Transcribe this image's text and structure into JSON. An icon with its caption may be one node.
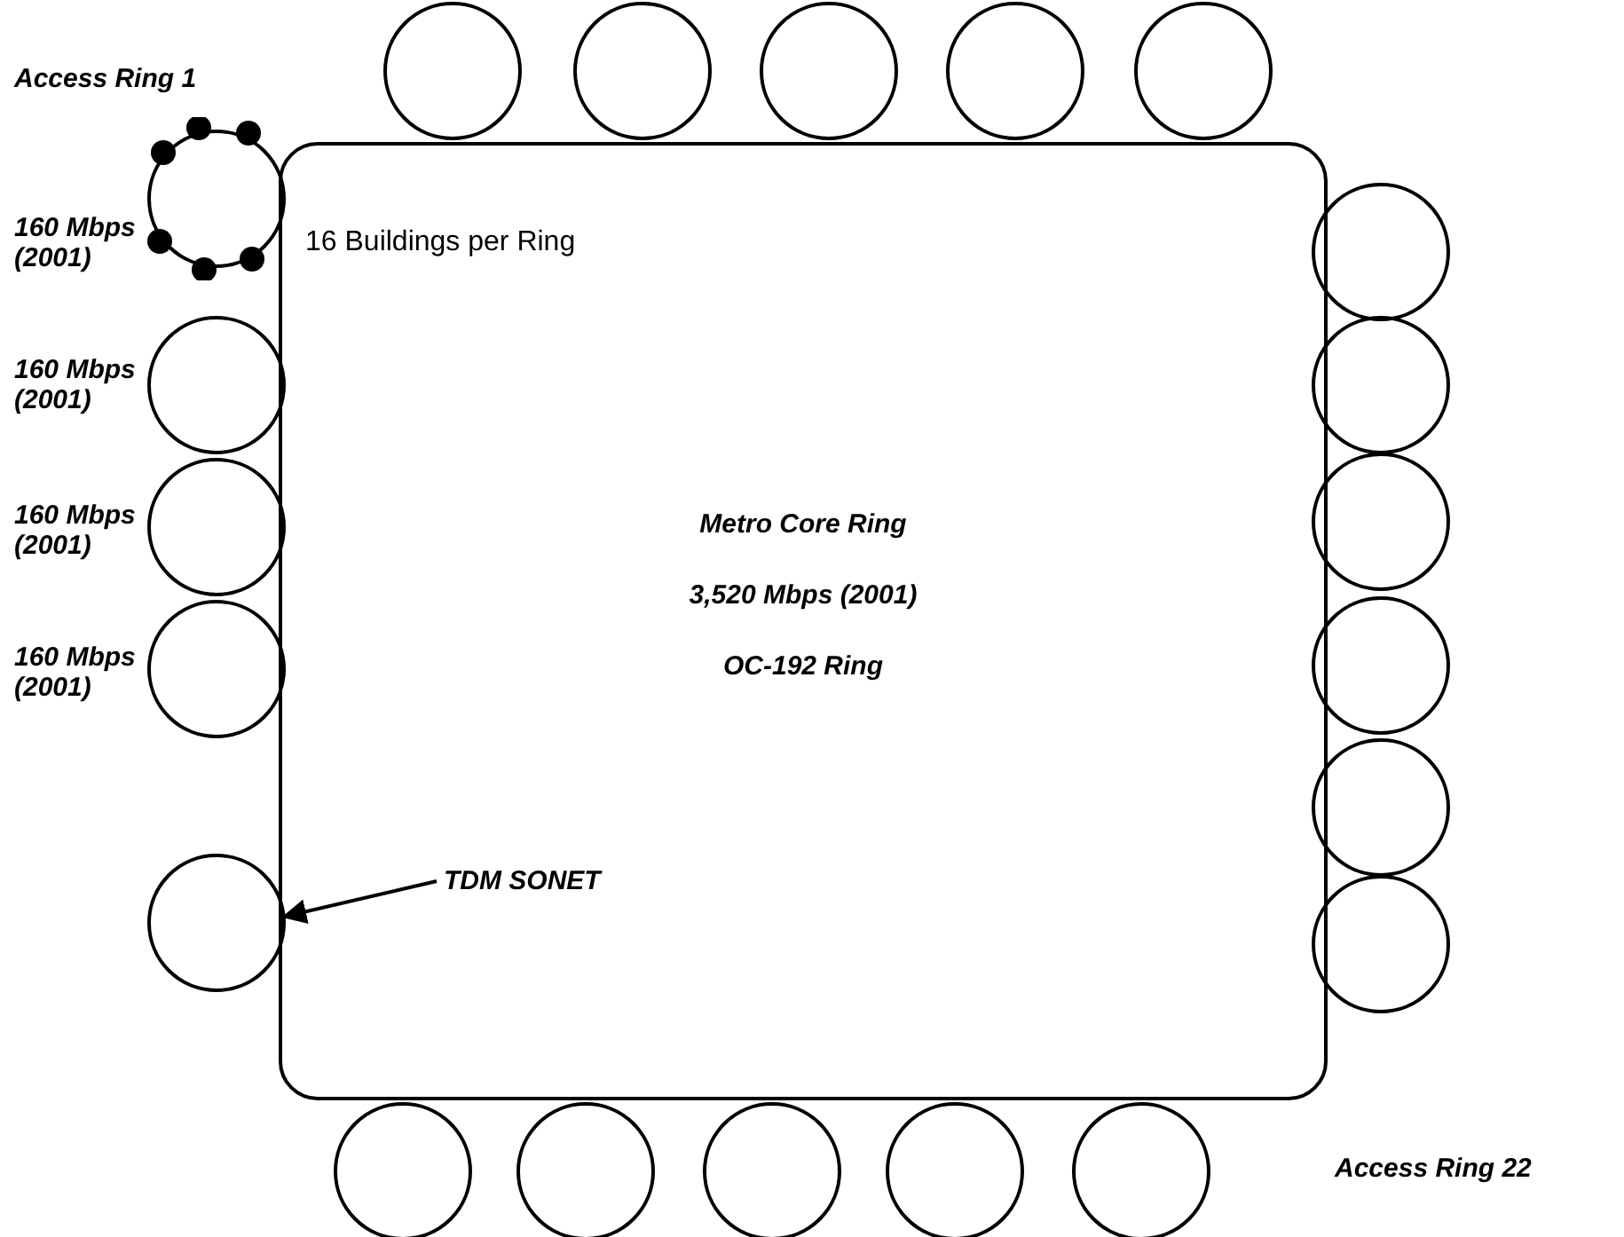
{
  "diagram": {
    "nodes": [
      {
        "text": [
          "Metro Core Ring",
          "3,520 Mbps (2001)",
          "OC-192 Ring"
        ]
      },
      {
        "text": [],
        "shape": "circle"
      },
      {
        "text": [],
        "shape": "circle"
      },
      {
        "text": [],
        "shape": "circle"
      },
      {
        "text": [],
        "shape": "circle"
      },
      {
        "text": [],
        "shape": "circle"
      },
      {
        "text": [],
        "shape": "circle"
      },
      {
        "text": [],
        "shape": "circle"
      },
      {
        "text": [],
        "shape": "circle"
      },
      {
        "text": [],
        "shape": "circle"
      },
      {
        "text": [],
        "shape": "circle"
      },
      {
        "text": [],
        "shape": "circle"
      },
      {
        "text": [],
        "shape": "circle"
      },
      {
        "text": [],
        "shape": "circle"
      },
      {
        "text": [],
        "shape": "circle"
      },
      {
        "text": [],
        "shape": "circle"
      },
      {
        "text": [],
        "shape": "circle"
      },
      {
        "text": [],
        "shape": "circle"
      },
      {
        "text": [],
        "shape": "circle"
      },
      {
        "text": [],
        "shape": "circle"
      },
      {
        "text": [],
        "shape": "circle"
      },
      {
        "text": [],
        "shape": "circle"
      },
      {
        "text": [
          "TDM SONET"
        ],
        "in": 0
      }
    ],
    "edges": [
      {
        "from": 22,
        "to": 0,
        "arrow": "to"
      }
    ],
    "labels": [
      "Access Ring 1",
      "160 Mbps (2001)",
      "16 Buildings per Ring",
      "160 Mbps (2001)",
      "160 Mbps (2001)",
      "160 Mbps (2001)",
      "Access Ring 22"
    ]
  }
}
